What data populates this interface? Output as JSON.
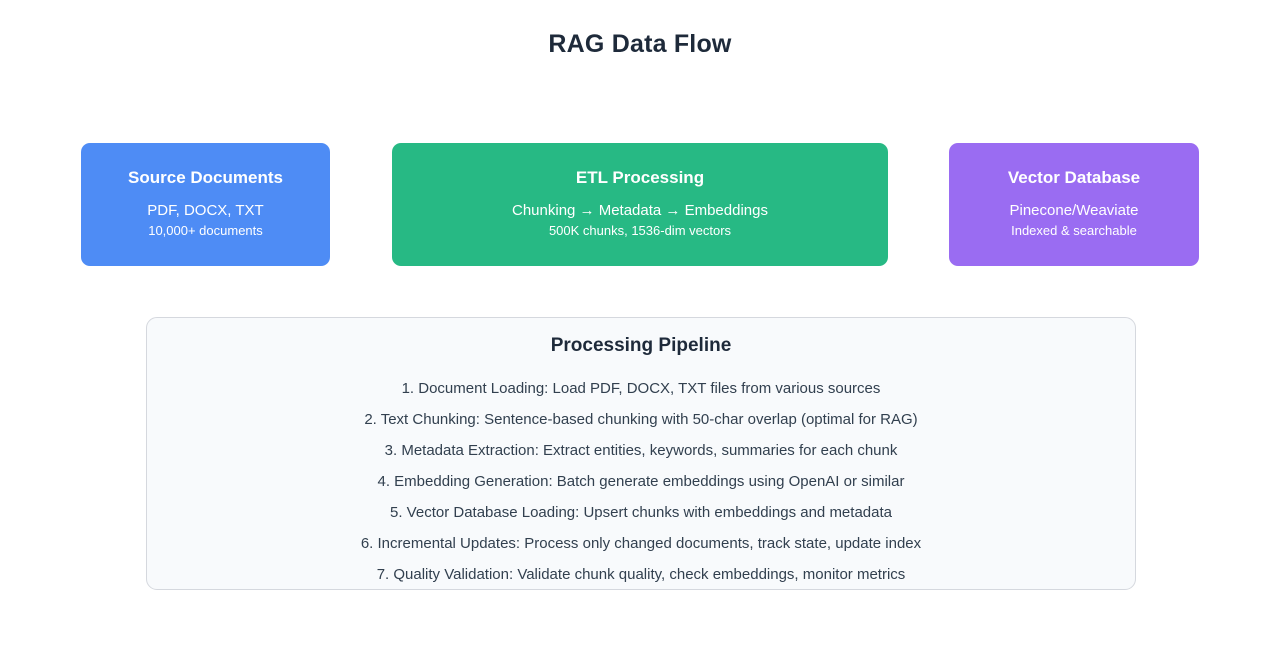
{
  "page": {
    "title": "RAG Data Flow",
    "background": "#ffffff",
    "title_color": "#1e2a3a"
  },
  "flow": {
    "arrow_color": "#6b7280",
    "stages": [
      {
        "id": "source",
        "title": "Source Documents",
        "line1": "PDF, DOCX, TXT",
        "line2": "10,000+ documents",
        "color": "#4e8cf5"
      },
      {
        "id": "etl",
        "title": "ETL Processing",
        "line1": "Chunking → Metadata → Embeddings",
        "line2": "500K chunks, 1536-dim vectors",
        "color": "#27b984"
      },
      {
        "id": "vector",
        "title": "Vector Database",
        "line1": "Pinecone/Weaviate",
        "line2": "Indexed & searchable",
        "color": "#9a6cf2"
      }
    ]
  },
  "pipeline": {
    "title": "Processing Pipeline",
    "panel_background": "#f8fafc",
    "panel_border": "#d5d8de",
    "steps": [
      "1. Document Loading: Load PDF, DOCX, TXT files from various sources",
      "2. Text Chunking: Sentence-based chunking with 50-char overlap (optimal for RAG)",
      "3. Metadata Extraction: Extract entities, keywords, summaries for each chunk",
      "4. Embedding Generation: Batch generate embeddings using OpenAI or similar",
      "5. Vector Database Loading: Upsert chunks with embeddings and metadata",
      "6. Incremental Updates: Process only changed documents, track state, update index",
      "7. Quality Validation: Validate chunk quality, check embeddings, monitor metrics"
    ]
  }
}
